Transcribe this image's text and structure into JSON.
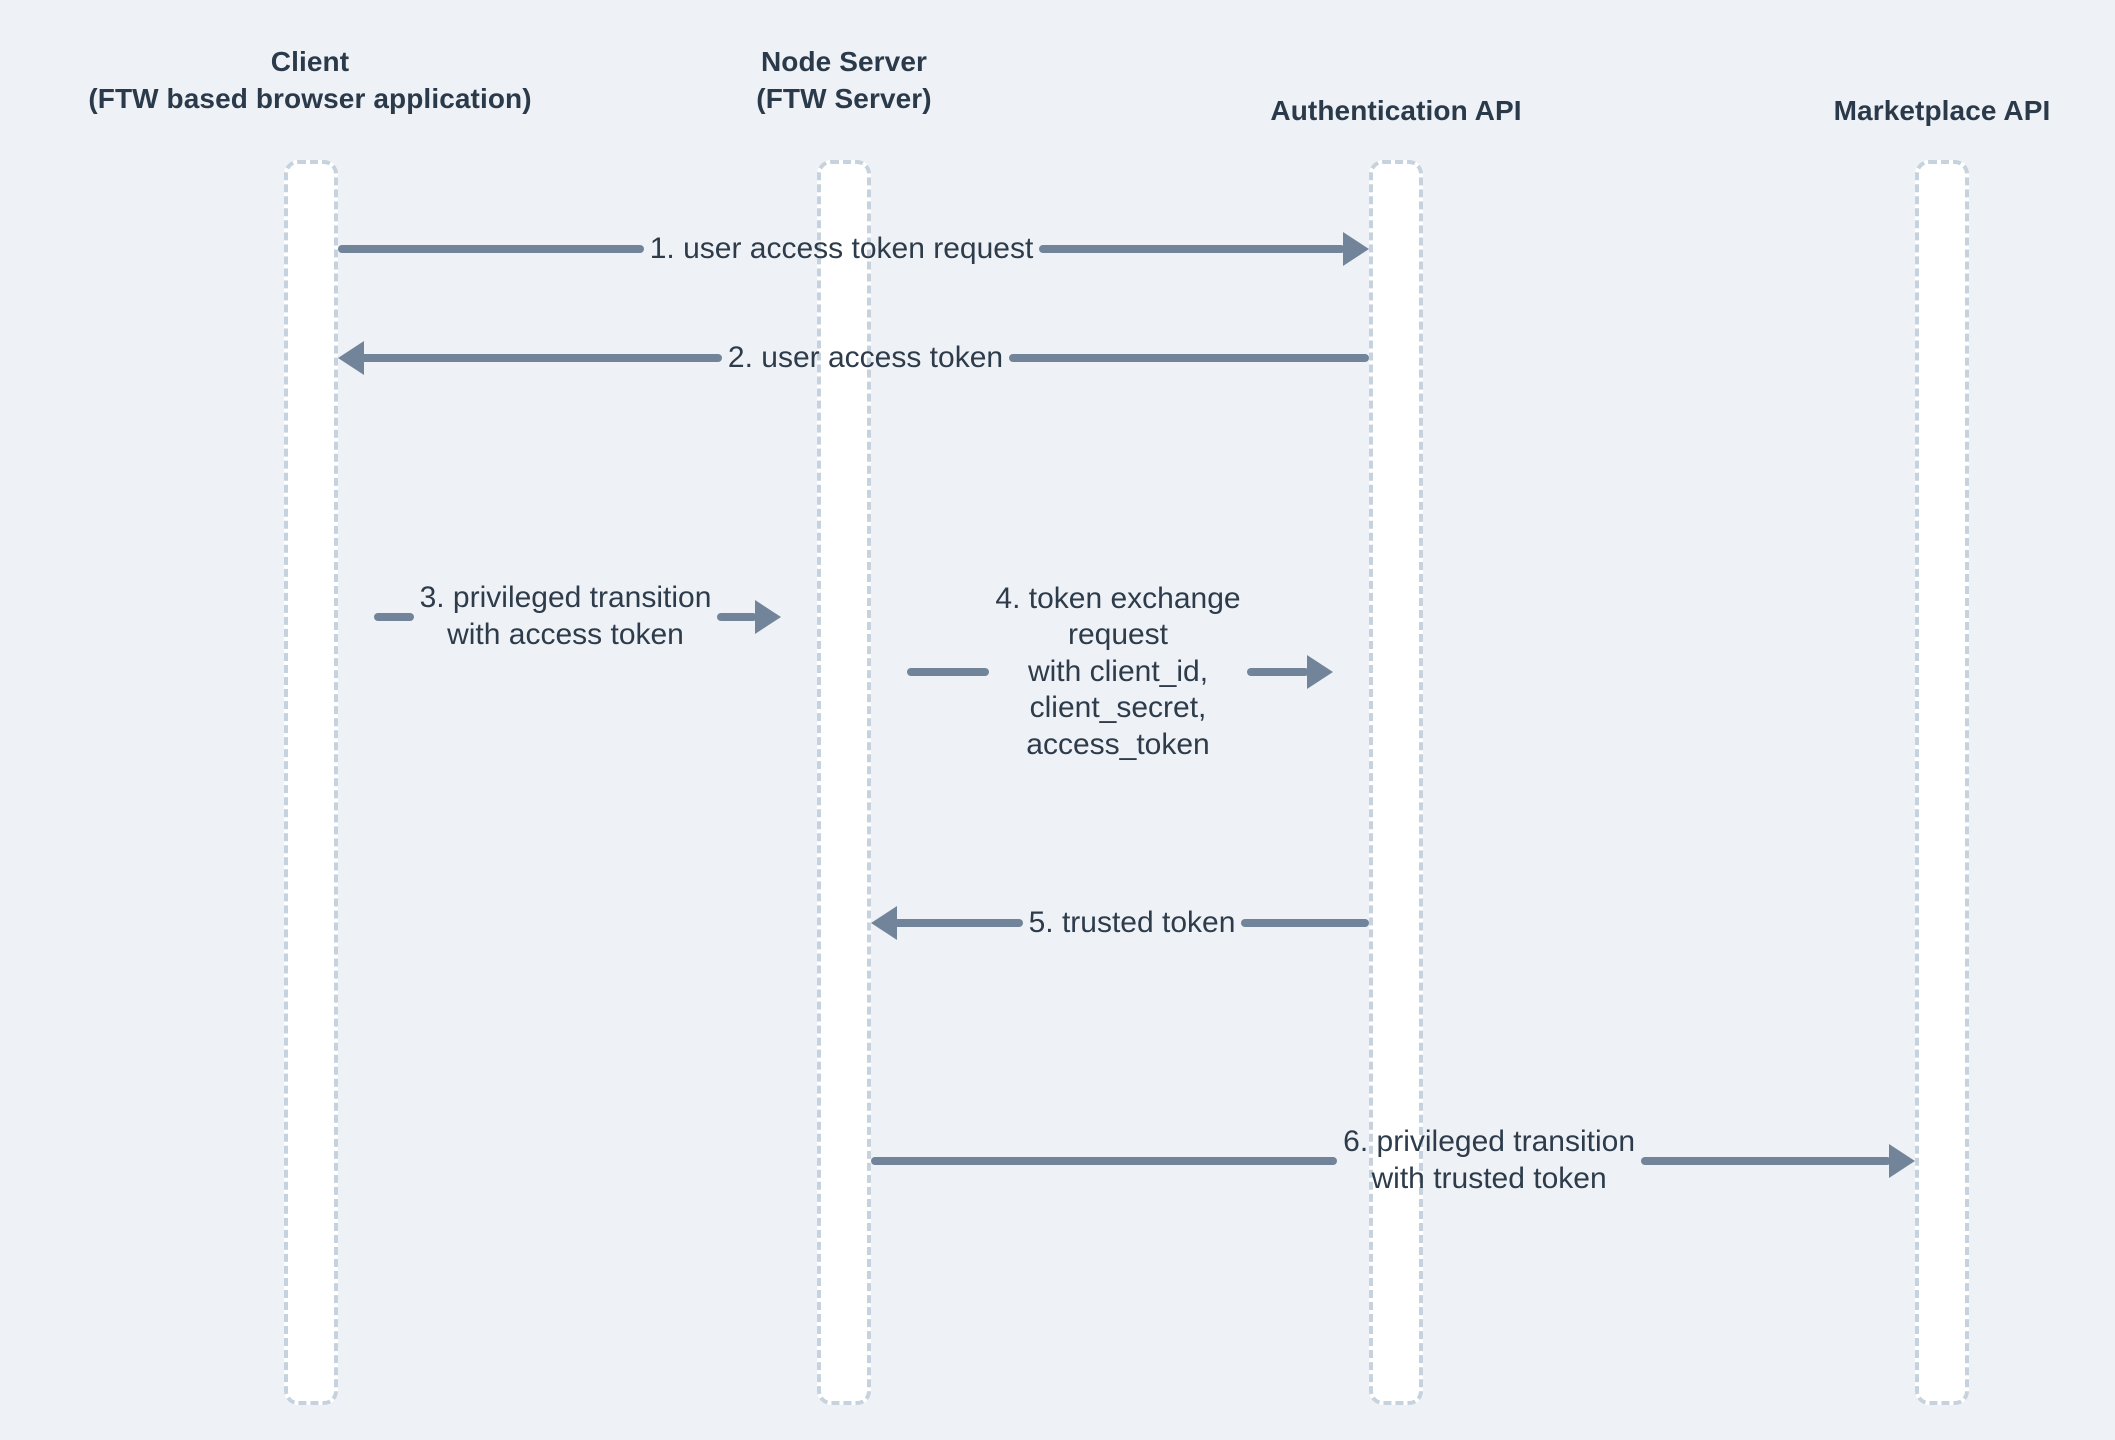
{
  "diagram": {
    "type": "sequence-diagram",
    "background_color": "#eef2f6",
    "line_color": "#72849a",
    "lifeline_border_color": "#c6d2dd",
    "lifeline_fill_color": "#ffffff",
    "title_color": "#2b3a4a",
    "label_color": "#2d3b4a"
  },
  "participants": [
    {
      "id": "client",
      "name": "Client\n(FTW based browser application)"
    },
    {
      "id": "node-server",
      "name": "Node Server\n(FTW Server)"
    },
    {
      "id": "auth-api",
      "name": "Authentication API"
    },
    {
      "id": "marketplace-api",
      "name": "Marketplace API"
    }
  ],
  "messages": [
    {
      "number": "1",
      "label": "1. user access token request",
      "from": "client",
      "to": "auth-api",
      "direction": "right"
    },
    {
      "number": "2",
      "label": "2. user access token",
      "from": "auth-api",
      "to": "client",
      "direction": "left"
    },
    {
      "number": "3",
      "label": "3. privileged transition\nwith access token",
      "from": "client",
      "to": "node-server",
      "direction": "right"
    },
    {
      "number": "4",
      "label": "4. token exchange\nrequest\nwith client_id,\nclient_secret,\naccess_token",
      "from": "node-server",
      "to": "auth-api",
      "direction": "right"
    },
    {
      "number": "5",
      "label": "5. trusted token",
      "from": "auth-api",
      "to": "node-server",
      "direction": "left"
    },
    {
      "number": "6",
      "label": "6. privileged transition\nwith trusted token",
      "from": "node-server",
      "to": "marketplace-api",
      "direction": "right"
    }
  ]
}
